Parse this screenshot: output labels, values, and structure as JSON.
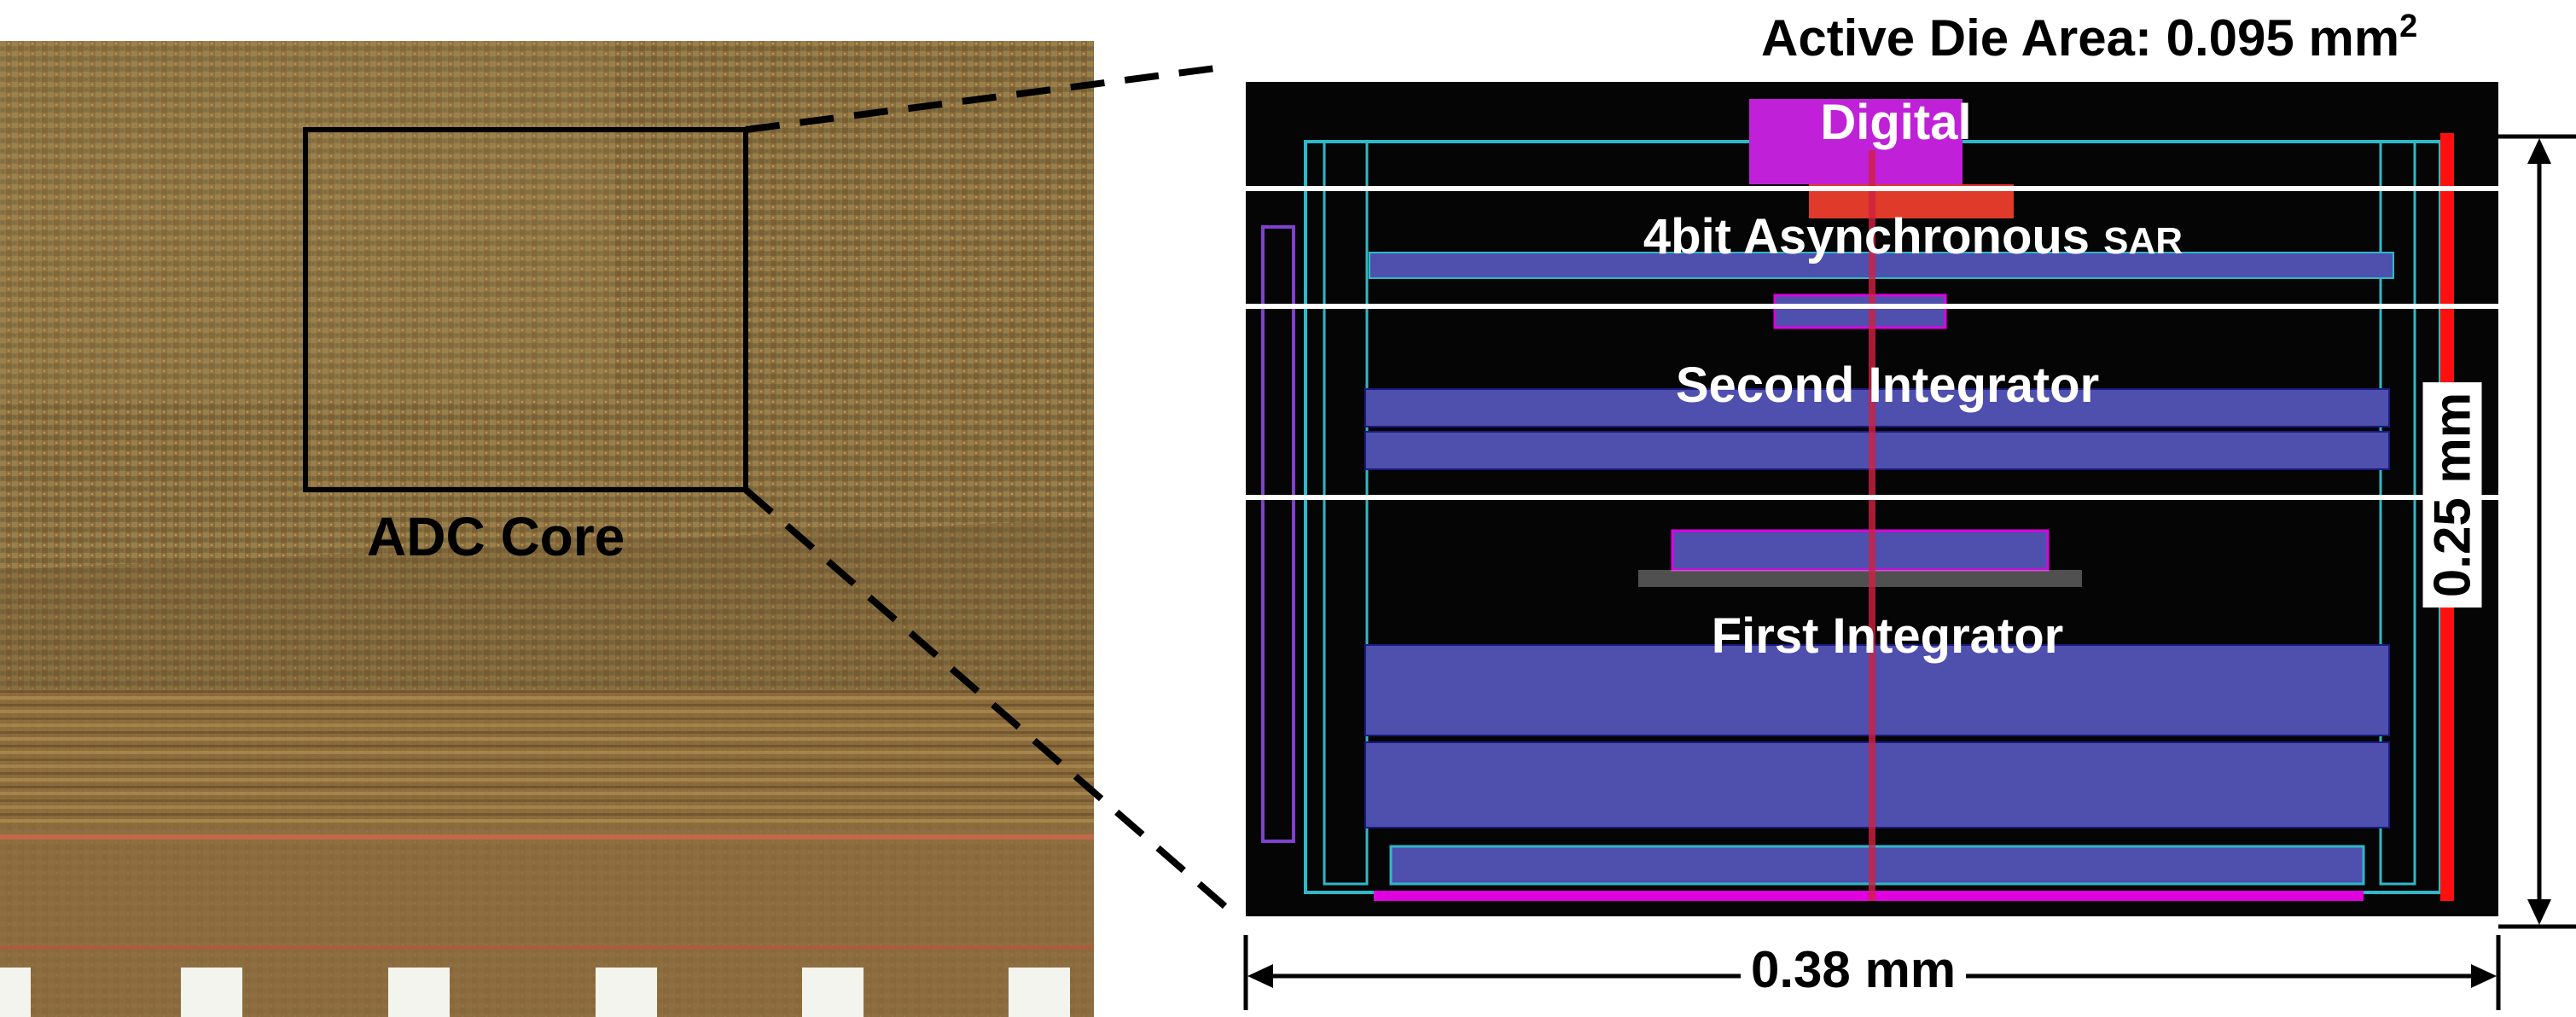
{
  "figure": {
    "photo_label": "ADC Core",
    "active_area": {
      "prefix": "Active Die Area: 0.095 mm",
      "exponent": "2"
    },
    "width_dimension": "0.38 mm",
    "height_dimension": "0.25 mm",
    "blocks": {
      "digital": "Digital",
      "sar_main": "4bit Asynchronous ",
      "sar_suffix": "SAR",
      "second_integrator": "Second Integrator",
      "first_integrator": "First Integrator"
    }
  },
  "colors": {
    "die_base": "#8a6d3c",
    "die_light": "#a58a55",
    "pad_metal": "#f4f4ee",
    "layout_bg": "#050505",
    "capacitor_blue": "#4f4fae",
    "routing_cyan": "#2fb8c8",
    "routing_magenta": "#e000e0",
    "power_red": "#ff1010"
  }
}
